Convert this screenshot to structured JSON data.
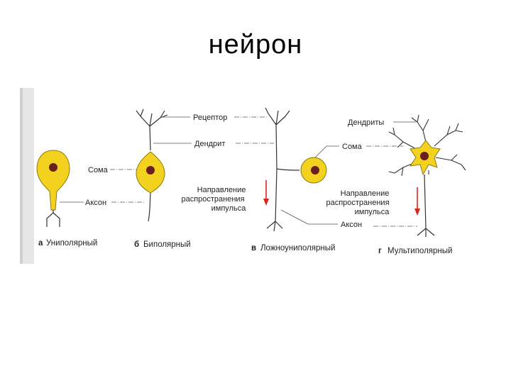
{
  "slide": {
    "title": "нейрон"
  },
  "labels": {
    "receptor": "Рецептор",
    "dendrite": "Дендрит",
    "dendrites": "Дендриты",
    "soma_a": "Сома",
    "soma_c": "Сома",
    "axon_a": "Аксон",
    "axon_bottom": "Аксон",
    "direction_1": {
      "line1": "Направление",
      "line2": "распространения",
      "line3": "импульса"
    },
    "direction_2": {
      "line1": "Направление",
      "line2": "распространения",
      "line3": "импульса"
    }
  },
  "captions": {
    "a": {
      "letter": "а",
      "text": "Униполярный"
    },
    "b": {
      "letter": "б",
      "text": "Биполярный"
    },
    "c": {
      "letter": "в",
      "text": "Ложноуниполярный"
    },
    "d": {
      "letter": "г",
      "text": "Мультиполярный"
    }
  },
  "colors": {
    "cell_body": "#f2d21f",
    "nucleus": "#6b1e1e",
    "arrow": "#d9261c",
    "leader": "#555555"
  }
}
